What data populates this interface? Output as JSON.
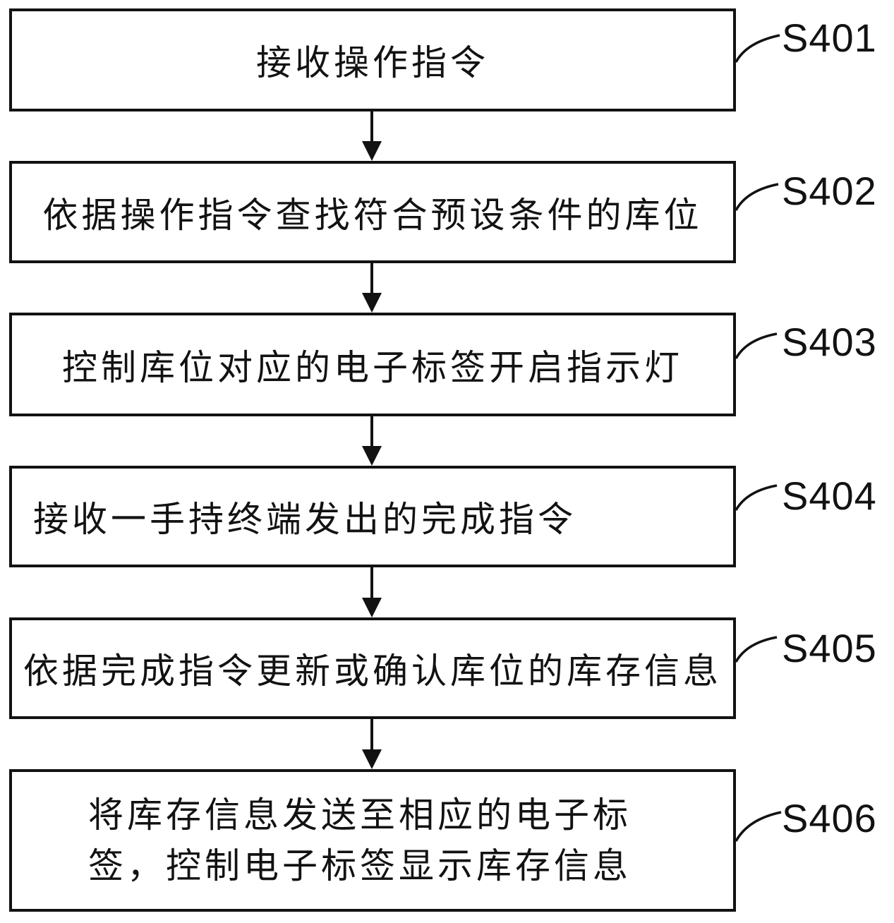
{
  "figure": {
    "background": "#ffffff",
    "ink_color": "#121212",
    "steps": [
      {
        "id": "S401",
        "text": "接收操作指令"
      },
      {
        "id": "S402",
        "text": "依据操作指令查找符合预设条件的库位"
      },
      {
        "id": "S403",
        "text": "控制库位对应的电子标签开启指示灯"
      },
      {
        "id": "S404",
        "text": "接收一手持终端发出的完成指令"
      },
      {
        "id": "S405",
        "text": "依据完成指令更新或确认库位的库存信息"
      },
      {
        "id": "S406",
        "lines": [
          "将库存信息发送至相应的电子标",
          "签，控制电子标签显示库存信息"
        ]
      }
    ]
  }
}
